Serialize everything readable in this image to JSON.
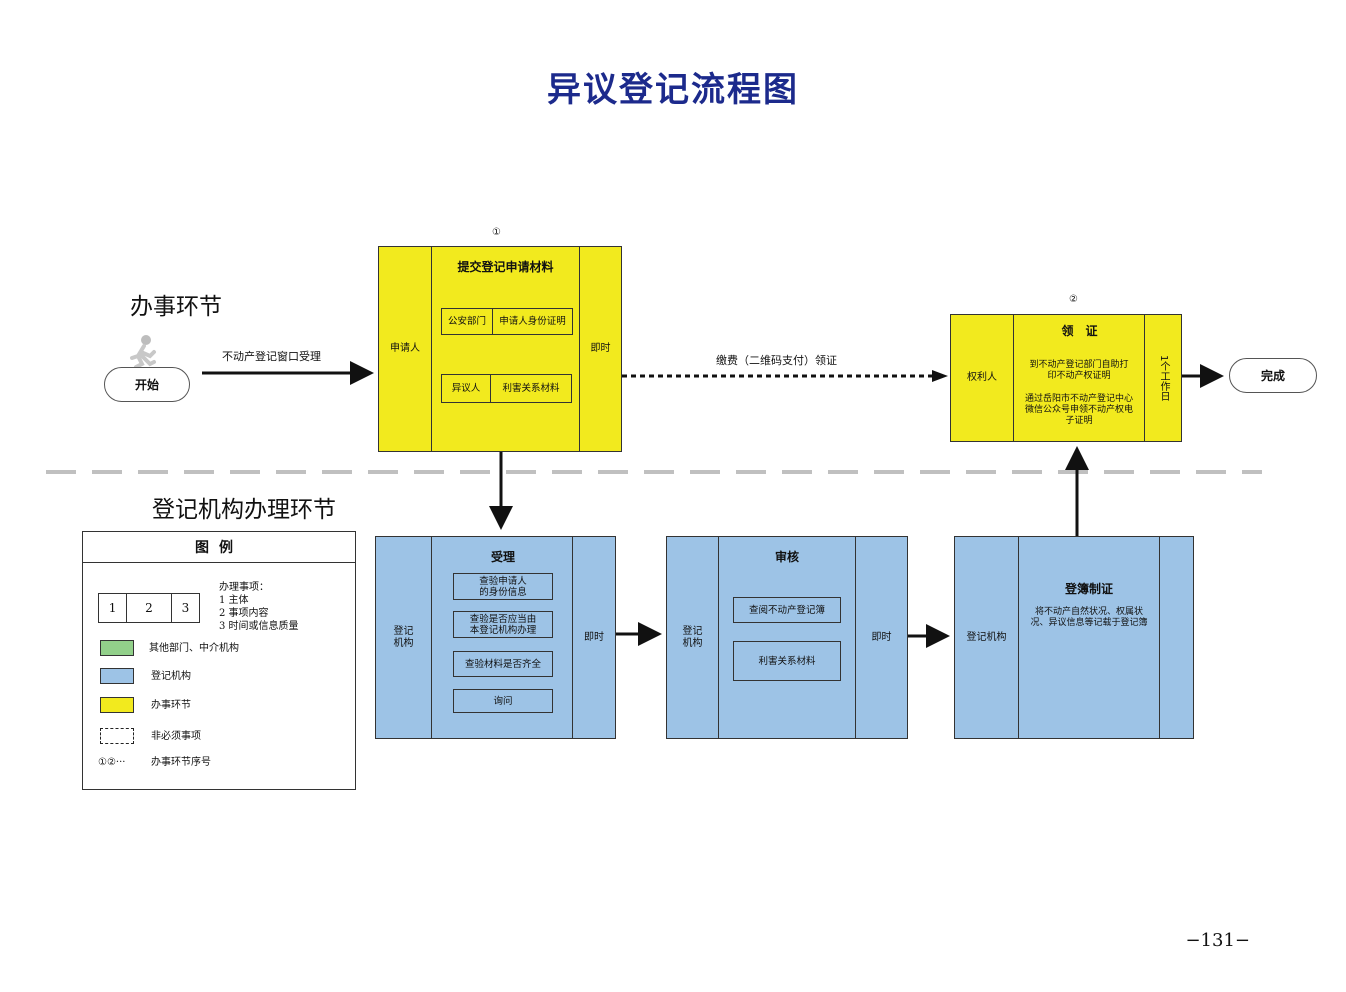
{
  "title": "异议登记流程图",
  "sections": {
    "applicant": "办事环节",
    "agency": "登记机构办理环节"
  },
  "start_label": "开始",
  "end_label": "完成",
  "edges": {
    "to_submit": "不动产登记窗口受理",
    "to_collect": "缴费（二维码支付）领证"
  },
  "step1": {
    "number": "①",
    "left": "申请人",
    "heading": "提交登记申请材料",
    "items": [
      [
        "公安部门",
        "申请人身份证明"
      ],
      [
        "异议人",
        "利害关系材料"
      ]
    ],
    "right": "即时"
  },
  "step2": {
    "number": "②",
    "left": "权利人",
    "heading": "领　证",
    "line1": "到不动产登记部门自助打印不动产权证明",
    "line2": "通过岳阳市不动产登记中心微信公众号申领不动产权电子证明",
    "right": "1个工作日"
  },
  "accept": {
    "left": "登记\n机构",
    "heading": "受理",
    "items": [
      "查验申请人\n的身份信息",
      "查验是否应当由\n本登记机构办理",
      "查验材料是否齐全",
      "询问"
    ],
    "right": "即时"
  },
  "review": {
    "left": "登记\n机构",
    "heading": "审核",
    "items": [
      "查阅不动产登记簿",
      "利害关系材料"
    ],
    "right": "即时"
  },
  "register": {
    "left": "登记机构",
    "heading": "登簿制证",
    "desc": "将不动产自然状况、权属状况、异议信息等记载于登记簿",
    "right": ""
  },
  "legend": {
    "title": "图例",
    "sample_cells": [
      "1",
      "2",
      "3"
    ],
    "sample_desc": "办理事项：\n1 主体\n2 事项内容\n3 时间或信息质量",
    "green": "其他部门、中介机构",
    "blue": "登记机构",
    "yellow": "办事环节",
    "dashed": "非必须事项",
    "numbers_symbol": "①②···",
    "numbers": "办事环节序号"
  },
  "colors": {
    "yellow": "#f2ea1e",
    "blue": "#9dc3e6",
    "green": "#92d08a",
    "title": "#1c2a8c"
  },
  "page_number": "−131−"
}
